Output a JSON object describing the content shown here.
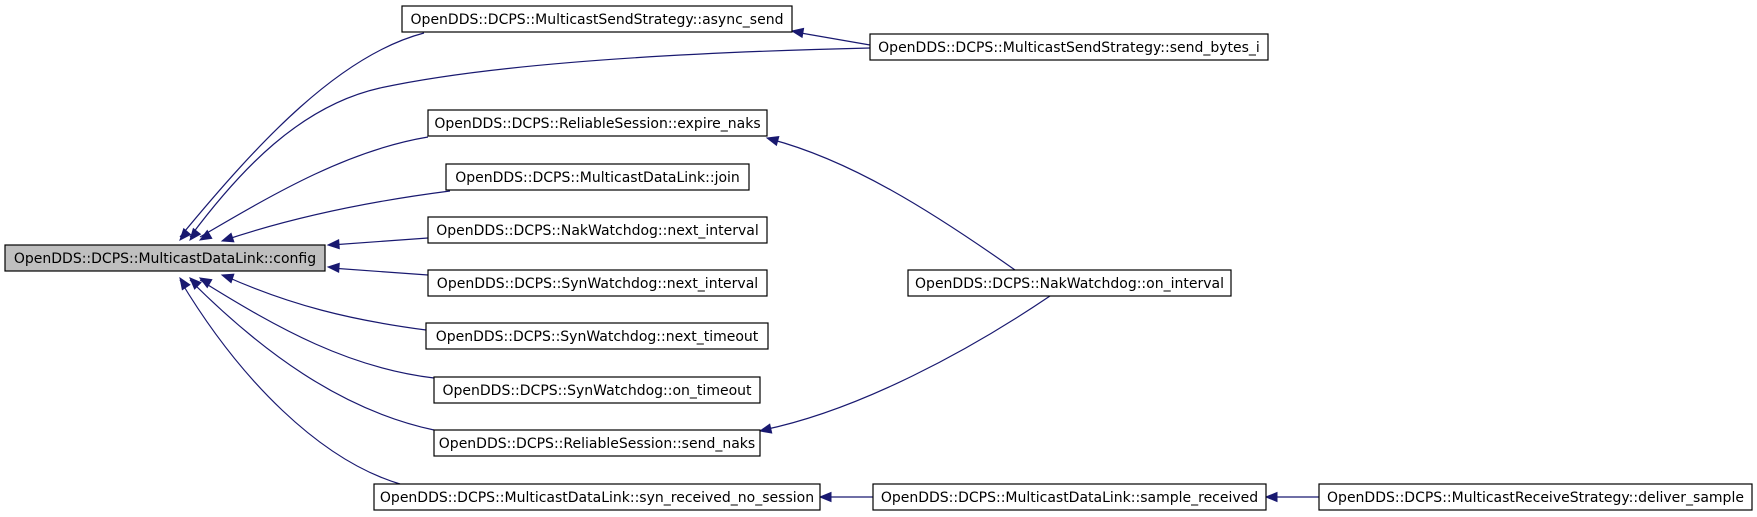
{
  "graph": {
    "nodes": [
      {
        "id": "config",
        "label": "OpenDDS::DCPS::MulticastDataLink::config",
        "root": true
      },
      {
        "id": "async_send",
        "label": "OpenDDS::DCPS::MulticastSendStrategy::async_send"
      },
      {
        "id": "send_bytes_i",
        "label": "OpenDDS::DCPS::MulticastSendStrategy::send_bytes_i"
      },
      {
        "id": "expire_naks",
        "label": "OpenDDS::DCPS::ReliableSession::expire_naks"
      },
      {
        "id": "join",
        "label": "OpenDDS::DCPS::MulticastDataLink::join"
      },
      {
        "id": "nak_next_interval",
        "label": "OpenDDS::DCPS::NakWatchdog::next_interval"
      },
      {
        "id": "syn_next_interval",
        "label": "OpenDDS::DCPS::SynWatchdog::next_interval"
      },
      {
        "id": "syn_next_timeout",
        "label": "OpenDDS::DCPS::SynWatchdog::next_timeout"
      },
      {
        "id": "syn_on_timeout",
        "label": "OpenDDS::DCPS::SynWatchdog::on_timeout"
      },
      {
        "id": "send_naks",
        "label": "OpenDDS::DCPS::ReliableSession::send_naks"
      },
      {
        "id": "syn_received_no_session",
        "label": "OpenDDS::DCPS::MulticastDataLink::syn_received_no_session"
      },
      {
        "id": "nak_on_interval",
        "label": "OpenDDS::DCPS::NakWatchdog::on_interval"
      },
      {
        "id": "sample_received",
        "label": "OpenDDS::DCPS::MulticastDataLink::sample_received"
      },
      {
        "id": "deliver_sample",
        "label": "OpenDDS::DCPS::MulticastReceiveStrategy::deliver_sample"
      }
    ],
    "edges": [
      {
        "from": "async_send",
        "to": "config"
      },
      {
        "from": "send_bytes_i",
        "to": "config"
      },
      {
        "from": "expire_naks",
        "to": "config"
      },
      {
        "from": "join",
        "to": "config"
      },
      {
        "from": "nak_next_interval",
        "to": "config"
      },
      {
        "from": "syn_next_interval",
        "to": "config"
      },
      {
        "from": "syn_next_timeout",
        "to": "config"
      },
      {
        "from": "syn_on_timeout",
        "to": "config"
      },
      {
        "from": "send_naks",
        "to": "config"
      },
      {
        "from": "syn_received_no_session",
        "to": "config"
      },
      {
        "from": "send_bytes_i",
        "to": "async_send"
      },
      {
        "from": "nak_on_interval",
        "to": "expire_naks"
      },
      {
        "from": "nak_on_interval",
        "to": "send_naks"
      },
      {
        "from": "sample_received",
        "to": "syn_received_no_session"
      },
      {
        "from": "deliver_sample",
        "to": "sample_received"
      }
    ],
    "colors": {
      "edge": "#191970",
      "root_fill": "#bfbfbf",
      "node_fill": "#ffffff"
    }
  }
}
